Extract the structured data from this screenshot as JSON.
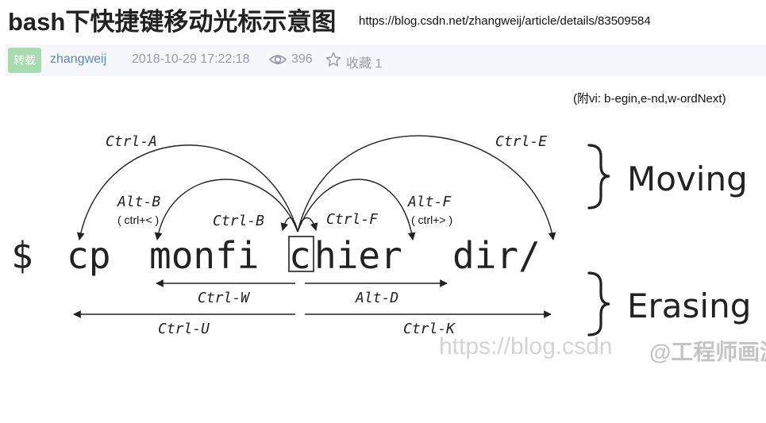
{
  "header": {
    "title": "bash下快捷键移动光标示意图",
    "url": "https://blog.csdn.net/zhangweij/article/details/83509584"
  },
  "meta": {
    "badge": "转载",
    "author": "zhangweij",
    "date": "2018-10-29 17:22:18",
    "views": "396",
    "favorites_label": "收藏 1",
    "icons": [
      "eye-icon",
      "star-icon"
    ]
  },
  "figure": {
    "note": "(附vi:  b-egin,e-nd,w-ordNext)",
    "prompt": "$",
    "command": "cp",
    "word_left": "monfi",
    "cursor_char": "c",
    "word_right": "hier",
    "dir": "dir/",
    "shortcuts": {
      "ctrl_a": "Ctrl-A",
      "ctrl_e": "Ctrl-E",
      "alt_b": "Alt-B",
      "alt_f": "Alt-F",
      "ctrl_b": "Ctrl-B",
      "ctrl_f": "Ctrl-F",
      "ctrl_w": "Ctrl-W",
      "alt_d": "Alt-D",
      "ctrl_u": "Ctrl-U",
      "ctrl_k": "Ctrl-K"
    },
    "hint_left": "( ctrl+< )",
    "hint_right": "( ctrl+> )",
    "moving_label": "Moving",
    "erasing_label": "Erasing",
    "watermark": "https://blog.csdn",
    "weibo_mark": "@工程师画游"
  }
}
